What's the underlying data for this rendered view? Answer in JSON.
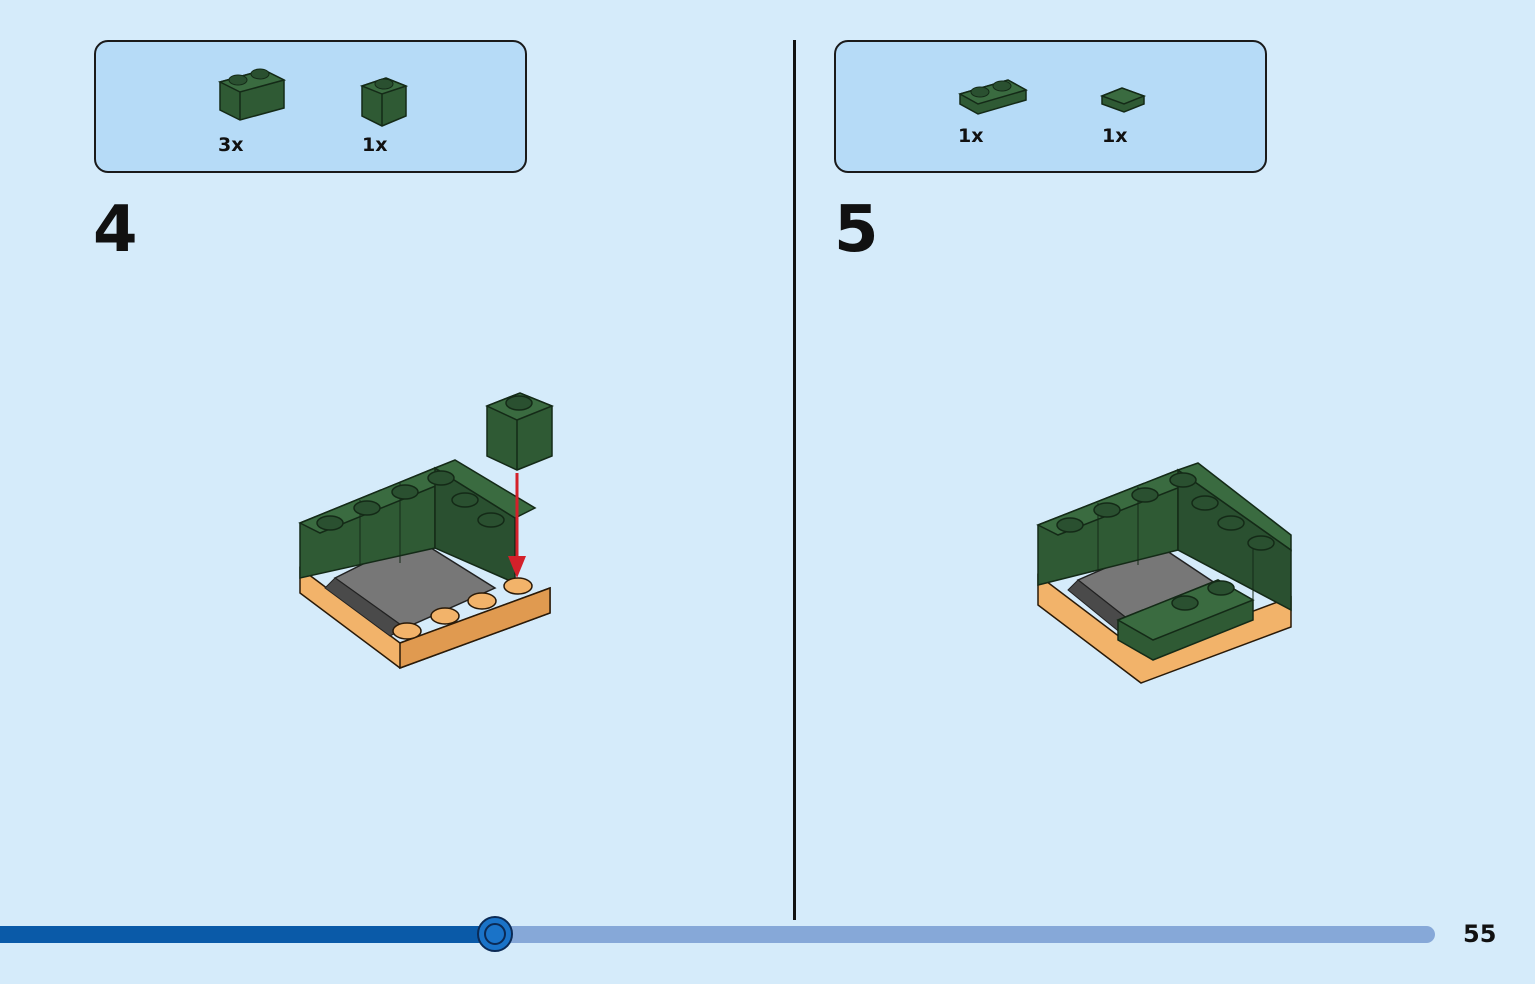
{
  "steps": [
    {
      "number": "4",
      "parts": [
        {
          "name": "brick-1x2-dark-green",
          "count": "3x"
        },
        {
          "name": "brick-1x1-dark-green",
          "count": "1x"
        }
      ]
    },
    {
      "number": "5",
      "parts": [
        {
          "name": "plate-1x2-dark-green",
          "count": "1x"
        },
        {
          "name": "tile-1x1-dark-green",
          "count": "1x"
        }
      ]
    }
  ],
  "progress": {
    "fraction": 0.345
  },
  "page_number": "55",
  "colors": {
    "background": "#d5ebfa",
    "parts_box": "#b6dbf7",
    "brick_green": "#2f5a34",
    "brick_tan": "#f2b36a",
    "arrow": "#d4202a",
    "progress_fill": "#0a5aa8",
    "progress_track": "#86a8d8"
  }
}
